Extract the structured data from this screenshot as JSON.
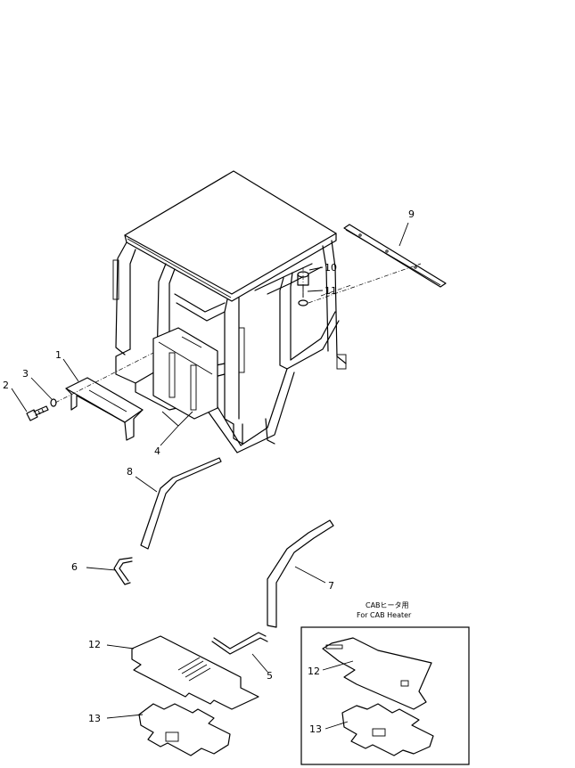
{
  "labels": {
    "p1": "1",
    "p2": "2",
    "p3": "3",
    "p4": "4",
    "p5": "5",
    "p6": "6",
    "p7": "7",
    "p8": "8",
    "p9": "9",
    "p10": "10",
    "p11": "11",
    "p12": "12",
    "p13": "13",
    "inset_p12": "12",
    "inset_p13": "13"
  },
  "inset": {
    "caption_jp": "CABヒータ用",
    "caption_en": "For CAB Heater"
  }
}
